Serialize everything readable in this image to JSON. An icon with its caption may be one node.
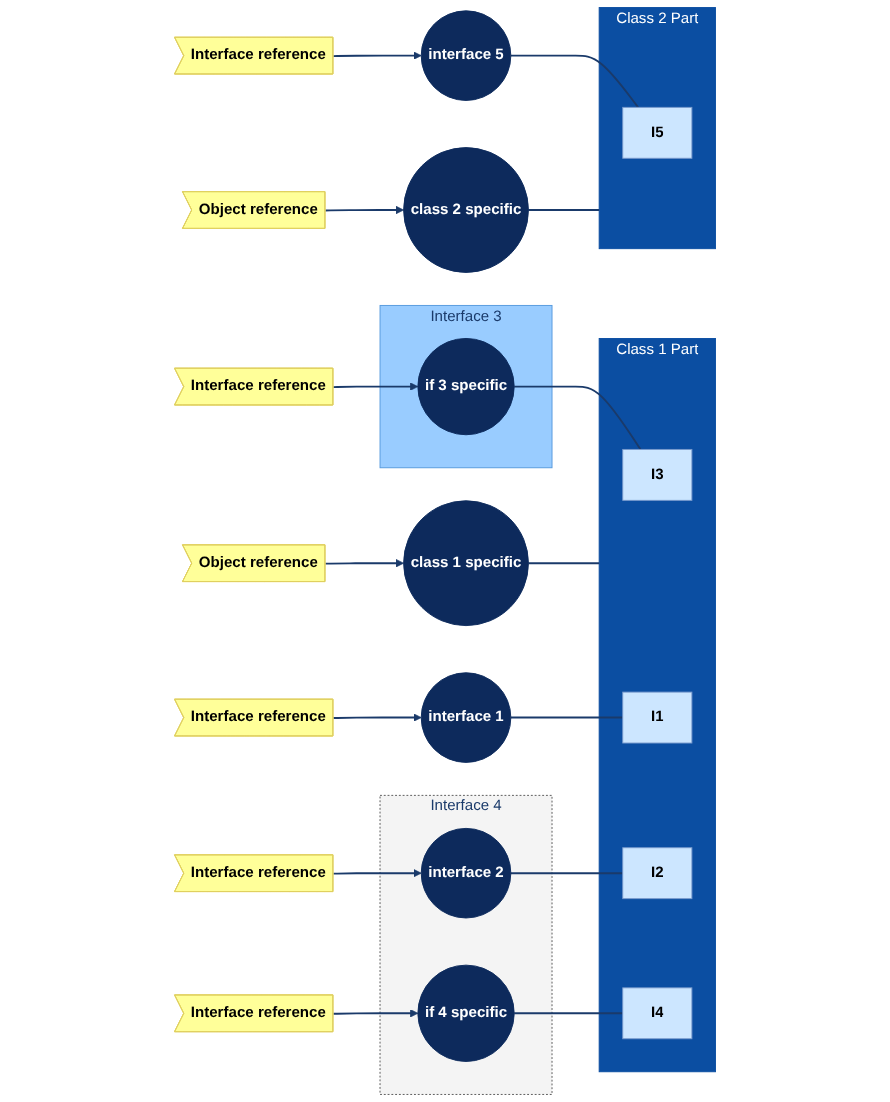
{
  "diagram": {
    "nodes": [
      {
        "text": [
          "Object reference"
        ]
      },
      {
        "text": [
          "class 1 specific"
        ]
      },
      {
        "text": [
          "Class 1 Part"
        ]
      },
      {
        "text": [
          "Interface reference"
        ]
      },
      {
        "text": [
          "Interface 3"
        ]
      },
      {
        "text": [
          "if 3 specific"
        ],
        "in": 4
      },
      {
        "text": [
          "I3"
        ],
        "in": 2
      },
      {
        "text": [
          "Interface reference"
        ]
      },
      {
        "text": [
          "interface 1"
        ]
      },
      {
        "text": [
          "I1"
        ],
        "in": 2
      },
      {
        "text": [
          "Interface reference"
        ]
      },
      {
        "text": [
          "Interface 4"
        ]
      },
      {
        "text": [
          "interface 2"
        ],
        "in": 11
      },
      {
        "text": [
          "I2"
        ],
        "in": 2
      },
      {
        "text": [
          "Interface reference"
        ]
      },
      {
        "text": [
          "if 4 specific"
        ],
        "in": 11
      },
      {
        "text": [
          "I4"
        ],
        "in": 2
      },
      {
        "text": [
          "Object reference"
        ]
      },
      {
        "text": [
          "class 2 specific"
        ]
      },
      {
        "text": [
          "Class 2 Part"
        ]
      },
      {
        "text": [
          "Interface reference"
        ]
      },
      {
        "text": [
          "interface 5"
        ]
      },
      {
        "text": [
          "I5"
        ],
        "in": 19
      }
    ],
    "edges": [
      {
        "from": 0,
        "to": 1,
        "arrow": "to"
      },
      {
        "from": 1,
        "to": 2,
        "arrow": "none"
      },
      {
        "from": 3,
        "to": 5,
        "arrow": "to"
      },
      {
        "from": 5,
        "to": 6,
        "arrow": "none"
      },
      {
        "from": 7,
        "to": 8,
        "arrow": "to"
      },
      {
        "from": 8,
        "to": 9,
        "arrow": "none"
      },
      {
        "from": 10,
        "to": 12,
        "arrow": "to"
      },
      {
        "from": 12,
        "to": 13,
        "arrow": "none"
      },
      {
        "from": 14,
        "to": 15,
        "arrow": "to"
      },
      {
        "from": 15,
        "to": 16,
        "arrow": "none"
      },
      {
        "from": 17,
        "to": 18,
        "arrow": "to"
      },
      {
        "from": 18,
        "to": 19,
        "arrow": "none"
      },
      {
        "from": 20,
        "to": 21,
        "arrow": "to"
      },
      {
        "from": 21,
        "to": 22,
        "arrow": "none"
      }
    ]
  }
}
